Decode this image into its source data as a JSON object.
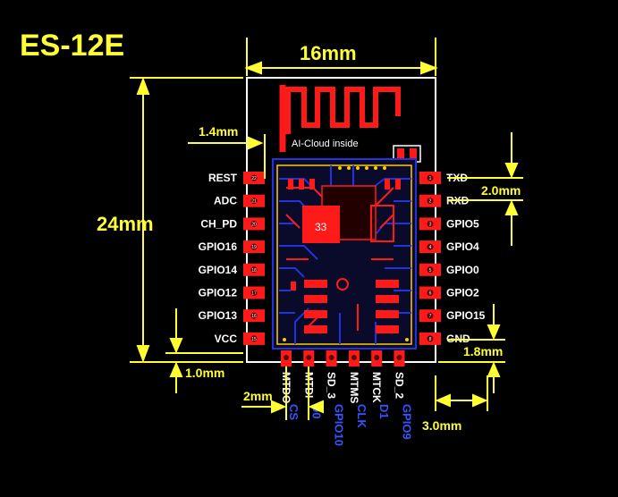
{
  "title": "ES-12E",
  "antenna_text": "AI-Cloud  inside",
  "chip_mark": "33",
  "dimensions": {
    "width": "16mm",
    "height": "24mm",
    "antenna_offset": "1.4mm",
    "pin_pitch": "2.0mm",
    "bottom_offset": "1.0mm",
    "bottom_pitch": "2mm",
    "right_offset": "3.0mm",
    "corner_offset": "1.8mm"
  },
  "left_pins": [
    {
      "num": "22",
      "label": "REST"
    },
    {
      "num": "21",
      "label": "ADC"
    },
    {
      "num": "20",
      "label": "CH_PD"
    },
    {
      "num": "19",
      "label": "GPIO16"
    },
    {
      "num": "18",
      "label": "GPIO14"
    },
    {
      "num": "17",
      "label": "GPIO12"
    },
    {
      "num": "16",
      "label": "GPIO13"
    },
    {
      "num": "15",
      "label": "VCC"
    }
  ],
  "right_pins": [
    {
      "num": "1",
      "label": "TXD"
    },
    {
      "num": "2",
      "label": "RXD"
    },
    {
      "num": "3",
      "label": "GPIO5"
    },
    {
      "num": "4",
      "label": "GPIO4"
    },
    {
      "num": "5",
      "label": "GPIO0"
    },
    {
      "num": "6",
      "label": "GPIO2"
    },
    {
      "num": "7",
      "label": "GPIO15"
    },
    {
      "num": "8",
      "label": "GND"
    }
  ],
  "bottom_pins": [
    {
      "label": "MTDO",
      "alt": "CS"
    },
    {
      "label": "MTDI",
      "alt": "D0"
    },
    {
      "label": "SD_3",
      "alt": "GPIO10"
    },
    {
      "label": "MTMS",
      "alt": "CLK"
    },
    {
      "label": "MTCK",
      "alt": "D1"
    },
    {
      "label": "SD_2",
      "alt": "GPIO9"
    }
  ],
  "colors": {
    "background": "#000000",
    "dimension": "#ffff33",
    "copper": "#ff1a1a",
    "trace": "#2233dd",
    "outline": "#ffffff",
    "alt_label": "#3355ff"
  }
}
